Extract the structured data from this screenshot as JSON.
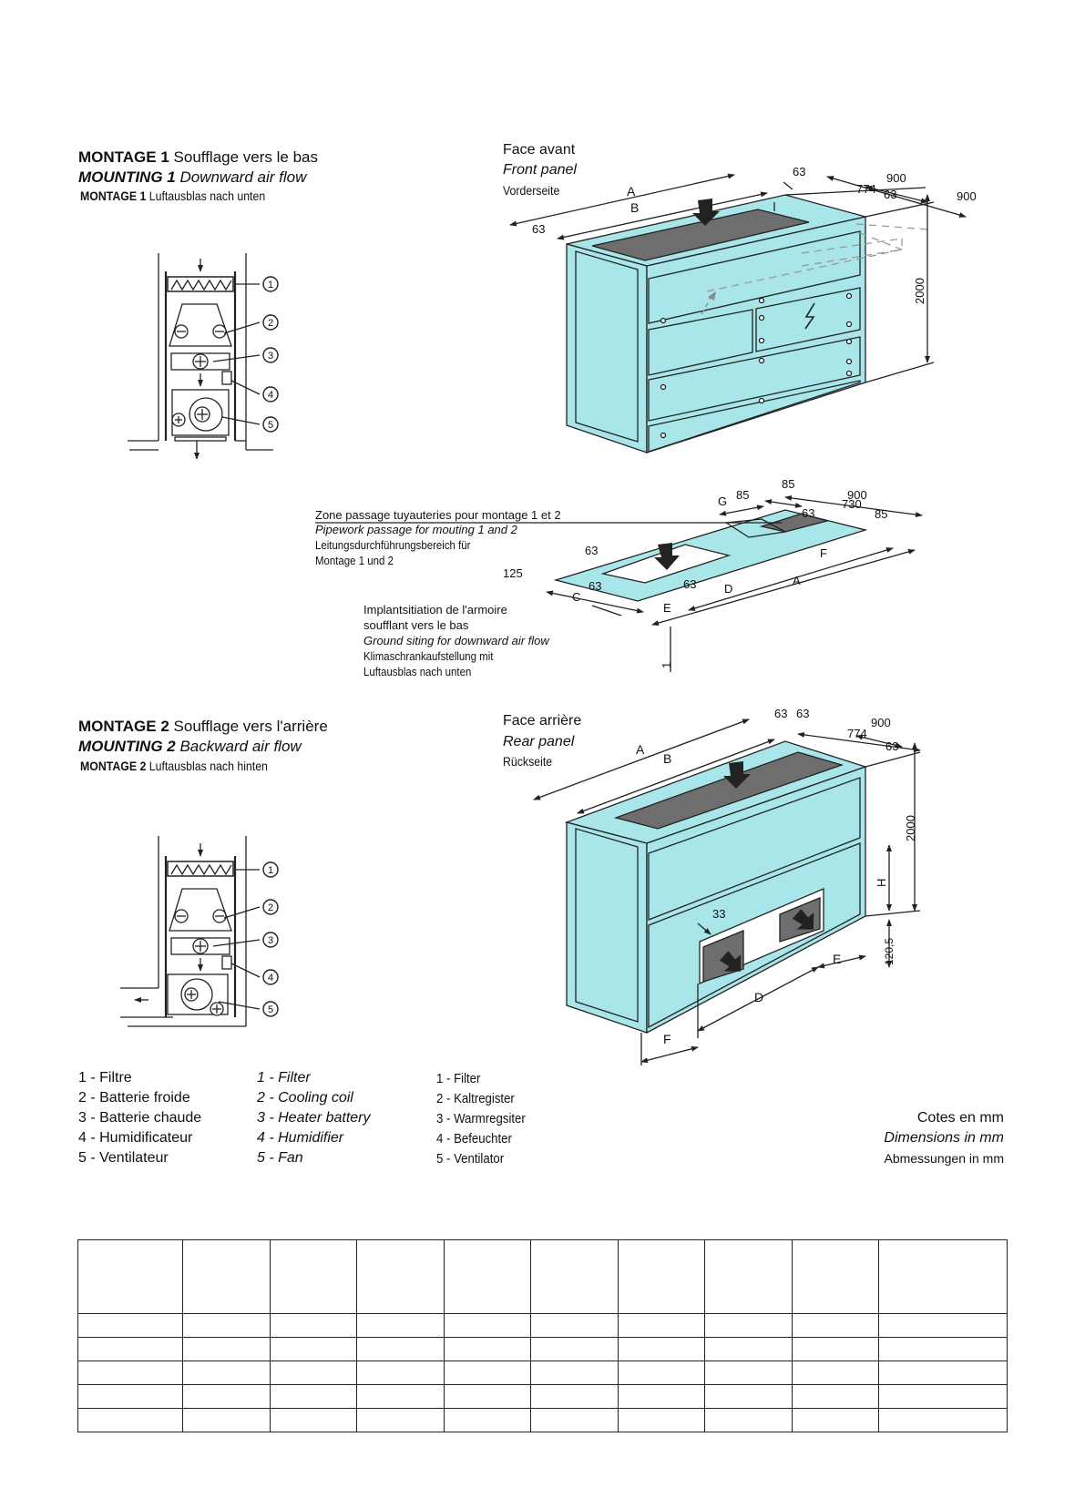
{
  "mounting1": {
    "line1_bold": "MONTAGE 1",
    "line1_rest": "Soufflage vers le bas",
    "line2_bold": "MOUNTING 1",
    "line2_rest": "Downward air flow",
    "line3_bold": "MONTAGE 1",
    "line3_rest": "Luftausblas nach unten"
  },
  "mounting2": {
    "line1_bold": "MONTAGE 2",
    "line1_rest": "Soufflage vers l'arrière",
    "line2_bold": "MOUNTING 2",
    "line2_rest": "Backward air flow",
    "line3_bold": "MONTAGE 2",
    "line3_rest": "Luftausblas nach hinten"
  },
  "front": {
    "fr": "Face avant",
    "en": "Front panel",
    "de": "Vorderseite"
  },
  "rear": {
    "fr": "Face arrière",
    "en": "Rear panel",
    "de": "Rückseite"
  },
  "pipework": {
    "fr": "Zone passage tuyauteries pour montage 1 et 2",
    "en": "Pipework passage for mouting 1 and 2",
    "de1": "Leitungsdurchführungsbereich für",
    "de2": "Montage 1 und 2"
  },
  "ground": {
    "fr1": "Implantsitiation de l'armoire",
    "fr2": "soufflant vers le bas",
    "en": "Ground siting for downward air flow",
    "de1": "Klimaschrankaufstellung mit",
    "de2": "Luftausblas nach unten"
  },
  "dims": {
    "front": {
      "A": "A",
      "B": "B",
      "d63a": "63",
      "d63b": "63",
      "d63c": "63",
      "d774": "774",
      "d900a": "900",
      "d900b": "900",
      "d2000": "2000"
    },
    "plan": {
      "G": "G",
      "d85a": "85",
      "d85b": "85",
      "d85c": "85",
      "d900": "900",
      "d730": "730",
      "d63a": "63",
      "d63b": "63",
      "d63c": "63",
      "d63d": "63",
      "d125": "125",
      "C": "C",
      "D": "D",
      "E": "E",
      "F": "F",
      "A": "A",
      "one": "1"
    },
    "rear": {
      "A": "A",
      "B": "B",
      "d63a": "63",
      "d63b": "63",
      "d63c": "63",
      "d774": "774",
      "d900": "900",
      "d2000": "2000",
      "H": "H",
      "d120": "120,5",
      "d33": "33",
      "D": "D",
      "E": "E",
      "F": "F"
    }
  },
  "callouts": [
    "1",
    "2",
    "3",
    "4",
    "5"
  ],
  "legend": {
    "fr": [
      "1 - Filtre",
      "2 - Batterie froide",
      "3 - Batterie chaude",
      "4 - Humidificateur",
      "5 - Ventilateur"
    ],
    "en": [
      "1 - Filter",
      "2 - Cooling coil",
      "3 - Heater battery",
      "4 - Humidifier",
      "5 - Fan"
    ],
    "de": [
      "1 - Filter",
      "2 - Kaltregister",
      "3 - Warmregsiter",
      "4 - Befeuchter",
      "5 - Ventilator"
    ]
  },
  "units": {
    "fr": "Cotes en mm",
    "en": "Dimensions in mm",
    "de": "Abmessungen in mm"
  },
  "colors": {
    "cabinet": "#a8e6ea",
    "dark_panel": "#6e6e6e",
    "line": "#222222"
  }
}
